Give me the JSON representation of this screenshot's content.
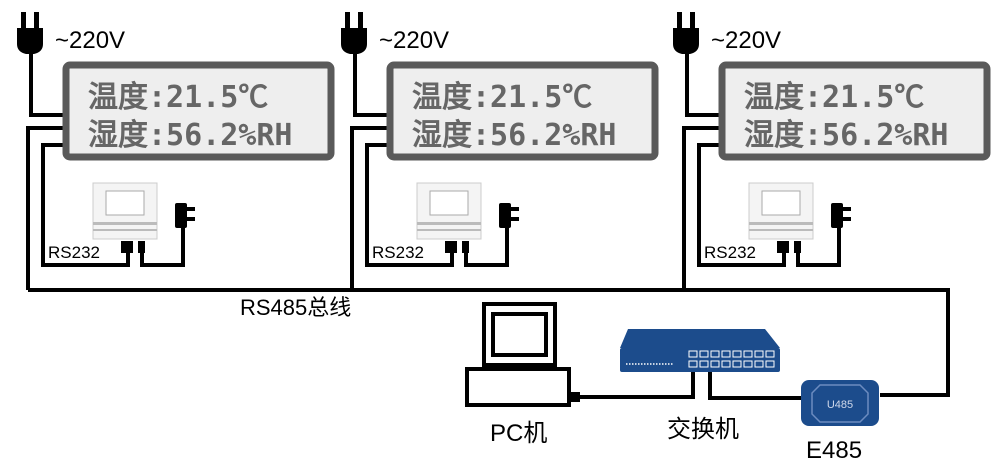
{
  "units": [
    {
      "voltage": "~220V",
      "temp_line": "温度:21.5℃",
      "hum_line": "湿度:56.2%RH",
      "port": "RS232"
    },
    {
      "voltage": "~220V",
      "temp_line": "温度:21.5℃",
      "hum_line": "湿度:56.2%RH",
      "port": "RS232"
    },
    {
      "voltage": "~220V",
      "temp_line": "温度:21.5℃",
      "hum_line": "湿度:56.2%RH",
      "port": "RS232"
    }
  ],
  "bus_label": "RS485总线",
  "pc_label": "PC机",
  "switch_label": "交换机",
  "converter_label": "E485",
  "converter_chip_text": "U485",
  "colors": {
    "device_blue": "#1c4c8c",
    "lcd_border": "#5a5a5a",
    "lcd_bg": "#eeeeee"
  }
}
